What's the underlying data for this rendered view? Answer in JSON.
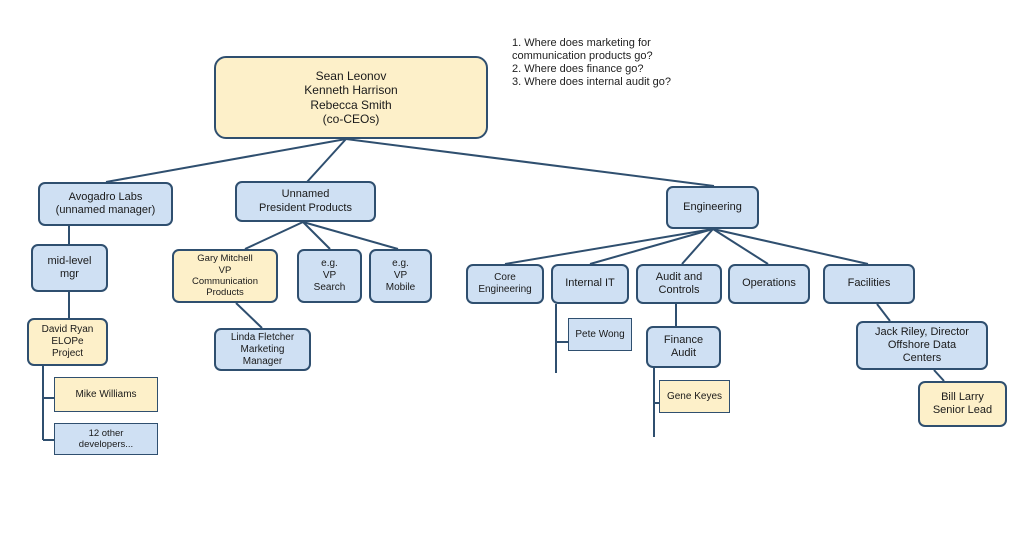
{
  "nodes": {
    "ceo": [
      "Sean Leonov",
      "Kenneth Harrison",
      "Rebecca Smith",
      "(co-CEOs)"
    ],
    "avogadro": [
      "Avogadro Labs",
      "(unnamed manager)"
    ],
    "unnamed_president": [
      "Unnamed",
      "President Products"
    ],
    "engineering": [
      "Engineering"
    ],
    "midlevel": [
      "mid-level",
      "mgr"
    ],
    "david": [
      "David Ryan",
      "ELOPe",
      "Project"
    ],
    "mike": [
      "Mike Williams"
    ],
    "others": [
      "12 other",
      "developers..."
    ],
    "gary": [
      "Gary Mitchell",
      "VP",
      "Communication",
      "Products"
    ],
    "linda": [
      "Linda Fletcher",
      "Marketing",
      "Manager"
    ],
    "vp_search": [
      "e.g.",
      "VP",
      "Search"
    ],
    "vp_mobile": [
      "e.g.",
      "VP",
      "Mobile"
    ],
    "core": [
      "Core",
      "Engineering"
    ],
    "internal_it": [
      "Internal IT"
    ],
    "pete": [
      "Pete Wong"
    ],
    "audit": [
      "Audit and",
      "Controls"
    ],
    "finance": [
      "Finance",
      "Audit"
    ],
    "gene": [
      "Gene Keyes"
    ],
    "operations": [
      "Operations"
    ],
    "facilities": [
      "Facilities"
    ],
    "jack": [
      "Jack Riley, Director",
      "Offshore Data",
      "Centers"
    ],
    "bill": [
      "Bill Larry",
      "Senior Lead"
    ]
  },
  "questions": [
    "1. Where does marketing for",
    "communication products go?",
    "2. Where does finance go?",
    "3. Where does internal audit go?"
  ],
  "colors": {
    "box_blue": "#cfe0f3",
    "box_cream": "#fdf0c9",
    "border": "#2f4f6f"
  }
}
